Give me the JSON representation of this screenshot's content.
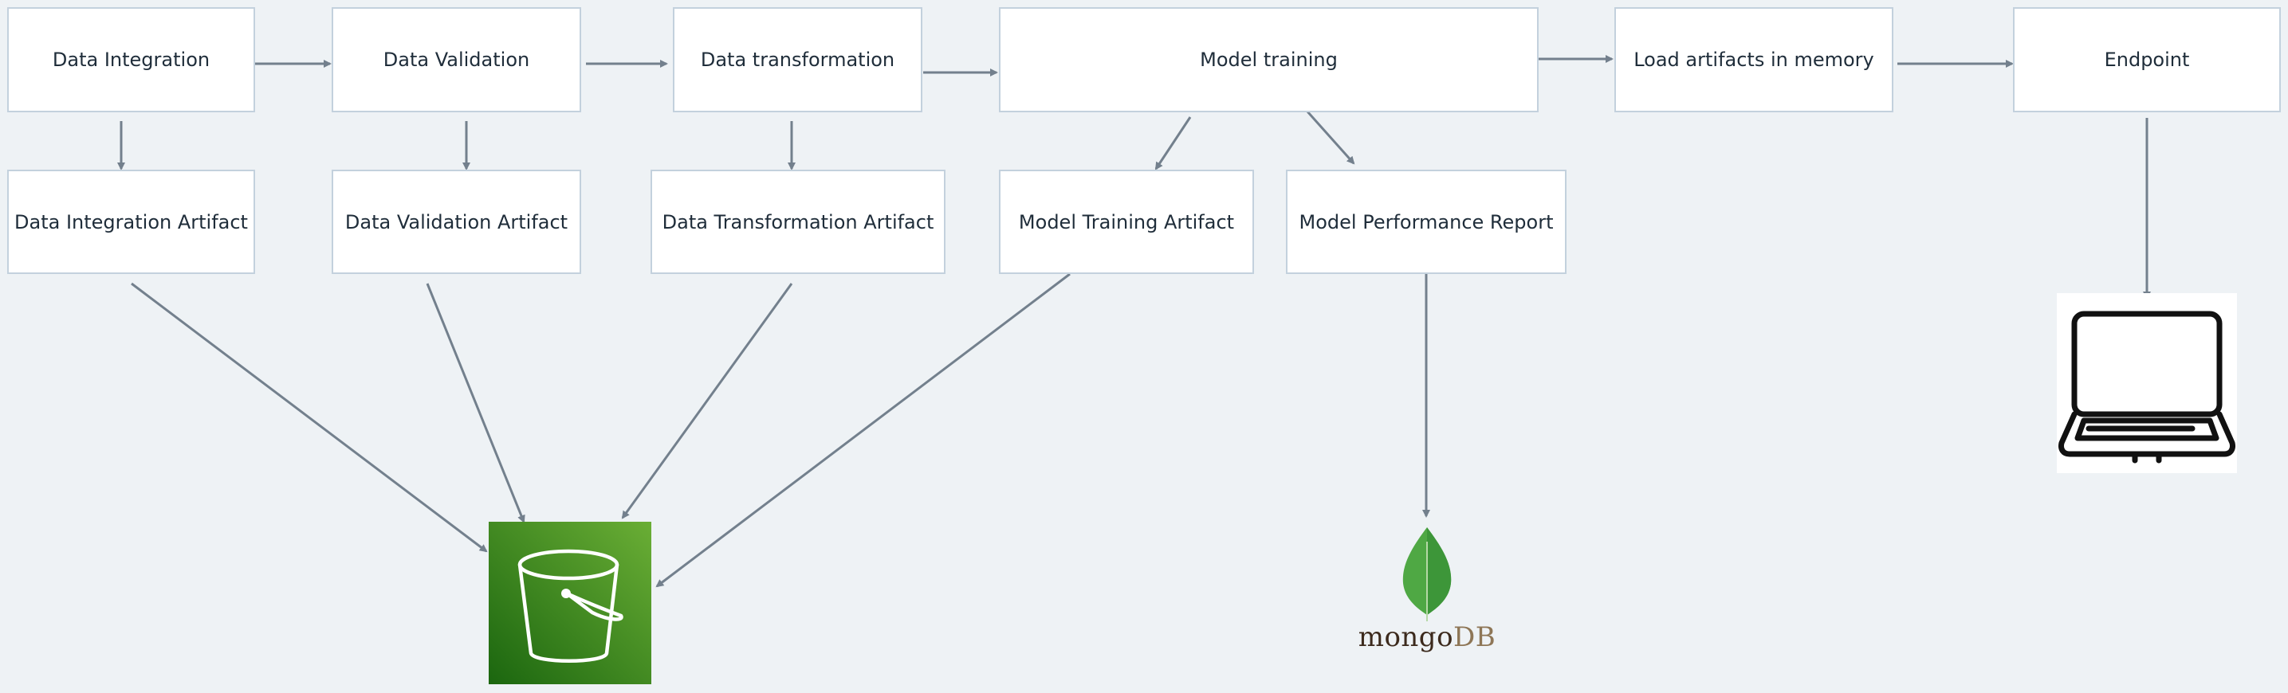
{
  "nodes": {
    "data_integration": "Data Integration",
    "data_validation": "Data Validation",
    "data_transformation": "Data transformation",
    "model_training": "Model training",
    "load_artifacts": "Load artifacts in memory",
    "endpoint": "Endpoint",
    "data_integration_artifact": "Data Integration Artifact",
    "data_validation_artifact": "Data Validation Artifact",
    "data_transformation_artifact": "Data Transformation Artifact",
    "model_training_artifact": "Model Training Artifact",
    "model_performance_report": "Model Performance Report"
  },
  "icons": {
    "storage": "s3-bucket-icon",
    "database": "mongodb-logo",
    "client": "laptop-icon"
  },
  "logos": {
    "mongodb_part1": "mongo",
    "mongodb_part2": "DB"
  },
  "colors": {
    "background": "#eef2f5",
    "node_border": "#c3d1dd",
    "edge": "#73808d",
    "s3_green_light": "#6aae35",
    "s3_green_dark": "#1b660f",
    "mongo_leaf": "#4fa844"
  }
}
